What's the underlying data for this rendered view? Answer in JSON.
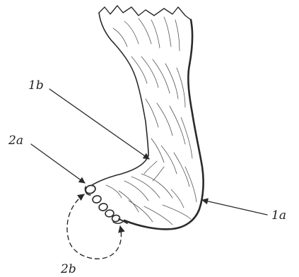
{
  "figure": {
    "background": "#ffffff",
    "ink_color": "#2a2a2a",
    "labels": {
      "label_1a": "1a",
      "label_1b": "1b",
      "label_2a": "2a",
      "label_2b": "2b"
    }
  }
}
